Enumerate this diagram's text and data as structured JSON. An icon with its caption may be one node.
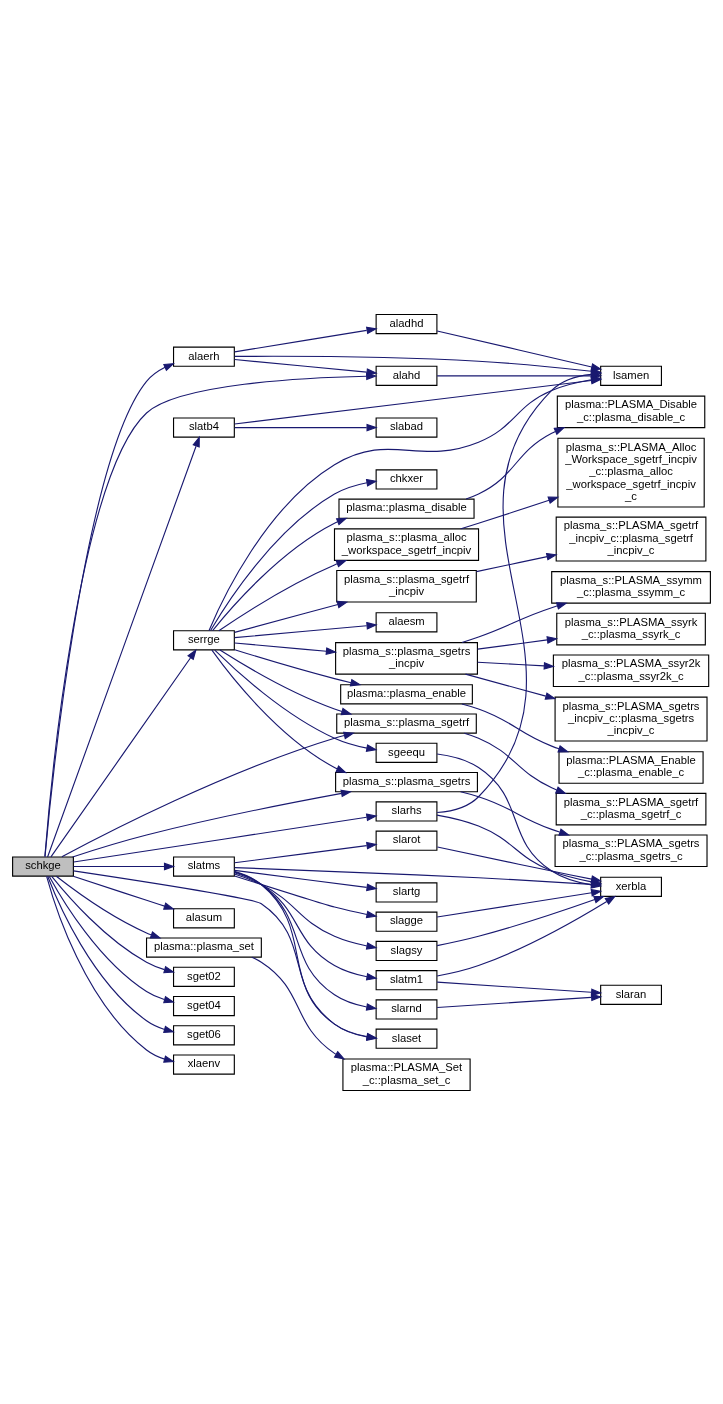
{
  "diagram": {
    "nodes": [
      {
        "text": [
          "schkge"
        ]
      },
      {
        "text": [
          "alaerh"
        ]
      },
      {
        "text": [
          "aladhd"
        ]
      },
      {
        "text": [
          "alahd"
        ]
      },
      {
        "text": [
          "lsamen"
        ]
      },
      {
        "text": [
          "slatb4"
        ]
      },
      {
        "text": [
          "slabad"
        ]
      },
      {
        "text": [
          "serrge"
        ]
      },
      {
        "text": [
          "chkxer"
        ]
      },
      {
        "text": [
          "plasma::plasma_disable"
        ]
      },
      {
        "text": [
          "plasma::PLASMA_Disable_c::plasma_disable_c"
        ]
      },
      {
        "text": [
          "plasma_s::plasma_alloc_workspace_sgetrf_incpiv"
        ]
      },
      {
        "text": [
          "plasma_s::PLASMA_Alloc_Workspace_sgetrf_incpiv_c::plasma_alloc_workspace_sgetrf_incpiv_c"
        ]
      },
      {
        "text": [
          "plasma_s::plasma_sgetrf_incpiv"
        ]
      },
      {
        "text": [
          "plasma_s::PLASMA_sgetrf_incpiv_c::plasma_sgetrf_incpiv_c"
        ]
      },
      {
        "text": [
          "alaesm"
        ]
      },
      {
        "text": [
          "plasma_s::plasma_sgetrs_incpiv"
        ]
      },
      {
        "text": [
          "plasma_s::PLASMA_ssymm_c::plasma_ssymm_c"
        ]
      },
      {
        "text": [
          "plasma_s::PLASMA_ssyrk_c::plasma_ssyrk_c"
        ]
      },
      {
        "text": [
          "plasma_s::PLASMA_ssyr2k_c::plasma_ssyr2k_c"
        ]
      },
      {
        "text": [
          "plasma_s::PLASMA_sgetrs_incpiv_c::plasma_sgetrs_incpiv_c"
        ]
      },
      {
        "text": [
          "plasma::plasma_enable"
        ]
      },
      {
        "text": [
          "plasma::PLASMA_Enable_c::plasma_enable_c"
        ]
      },
      {
        "text": [
          "plasma_s::plasma_sgetrf"
        ]
      },
      {
        "text": [
          "plasma_s::PLASMA_sgetrf_c::plasma_sgetrf_c"
        ]
      },
      {
        "text": [
          "slarhs"
        ]
      },
      {
        "text": [
          "sgeequ"
        ]
      },
      {
        "text": [
          "plasma_s::plasma_sgetrs"
        ]
      },
      {
        "text": [
          "plasma_s::PLASMA_sgetrs_c::plasma_sgetrs_c"
        ]
      },
      {
        "text": [
          "slatms"
        ]
      },
      {
        "text": [
          "slarot"
        ]
      },
      {
        "text": [
          "xerbla"
        ]
      },
      {
        "text": [
          "slartg"
        ]
      },
      {
        "text": [
          "slagge"
        ]
      },
      {
        "text": [
          "slagsy"
        ]
      },
      {
        "text": [
          "slatm1"
        ]
      },
      {
        "text": [
          "slaran"
        ]
      },
      {
        "text": [
          "slarnd"
        ]
      },
      {
        "text": [
          "slaset"
        ]
      },
      {
        "text": [
          "alasum"
        ]
      },
      {
        "text": [
          "plasma::plasma_set"
        ]
      },
      {
        "text": [
          "plasma::PLASMA_Set_c::plasma_set_c"
        ]
      },
      {
        "text": [
          "sget02"
        ]
      },
      {
        "text": [
          "sget04"
        ]
      },
      {
        "text": [
          "sget06"
        ]
      },
      {
        "text": [
          "xlaenv"
        ]
      }
    ],
    "edges": [
      {
        "from": 0,
        "to": 1,
        "arrow": "to"
      },
      {
        "from": 0,
        "to": 3,
        "arrow": "to"
      },
      {
        "from": 0,
        "to": 5,
        "arrow": "to"
      },
      {
        "from": 0,
        "to": 7,
        "arrow": "to"
      },
      {
        "from": 0,
        "to": 23,
        "arrow": "to"
      },
      {
        "from": 0,
        "to": 25,
        "arrow": "to"
      },
      {
        "from": 0,
        "to": 27,
        "arrow": "to"
      },
      {
        "from": 0,
        "to": 29,
        "arrow": "to"
      },
      {
        "from": 0,
        "to": 38,
        "arrow": "to"
      },
      {
        "from": 0,
        "to": 39,
        "arrow": "to"
      },
      {
        "from": 0,
        "to": 40,
        "arrow": "to"
      },
      {
        "from": 0,
        "to": 42,
        "arrow": "to"
      },
      {
        "from": 0,
        "to": 43,
        "arrow": "to"
      },
      {
        "from": 0,
        "to": 44,
        "arrow": "to"
      },
      {
        "from": 0,
        "to": 45,
        "arrow": "to"
      },
      {
        "from": 1,
        "to": 2,
        "arrow": "to"
      },
      {
        "from": 1,
        "to": 3,
        "arrow": "to"
      },
      {
        "from": 1,
        "to": 4,
        "arrow": "to"
      },
      {
        "from": 2,
        "to": 4,
        "arrow": "to"
      },
      {
        "from": 3,
        "to": 4,
        "arrow": "to"
      },
      {
        "from": 5,
        "to": 6,
        "arrow": "to"
      },
      {
        "from": 5,
        "to": 4,
        "arrow": "to"
      },
      {
        "from": 7,
        "to": 4,
        "arrow": "to"
      },
      {
        "from": 7,
        "to": 8,
        "arrow": "to"
      },
      {
        "from": 7,
        "to": 9,
        "arrow": "to"
      },
      {
        "from": 7,
        "to": 11,
        "arrow": "to"
      },
      {
        "from": 7,
        "to": 13,
        "arrow": "to"
      },
      {
        "from": 7,
        "to": 15,
        "arrow": "to"
      },
      {
        "from": 7,
        "to": 16,
        "arrow": "to"
      },
      {
        "from": 7,
        "to": 21,
        "arrow": "to"
      },
      {
        "from": 7,
        "to": 23,
        "arrow": "to"
      },
      {
        "from": 7,
        "to": 26,
        "arrow": "to"
      },
      {
        "from": 7,
        "to": 27,
        "arrow": "to"
      },
      {
        "from": 9,
        "to": 10,
        "arrow": "to"
      },
      {
        "from": 11,
        "to": 12,
        "arrow": "to"
      },
      {
        "from": 13,
        "to": 14,
        "arrow": "to"
      },
      {
        "from": 16,
        "to": 17,
        "arrow": "to"
      },
      {
        "from": 16,
        "to": 18,
        "arrow": "to"
      },
      {
        "from": 16,
        "to": 19,
        "arrow": "to"
      },
      {
        "from": 16,
        "to": 20,
        "arrow": "to"
      },
      {
        "from": 21,
        "to": 22,
        "arrow": "to"
      },
      {
        "from": 23,
        "to": 24,
        "arrow": "to"
      },
      {
        "from": 25,
        "to": 4,
        "arrow": "to"
      },
      {
        "from": 25,
        "to": 31,
        "arrow": "to"
      },
      {
        "from": 26,
        "to": 31,
        "arrow": "to"
      },
      {
        "from": 27,
        "to": 28,
        "arrow": "to"
      },
      {
        "from": 29,
        "to": 30,
        "arrow": "to"
      },
      {
        "from": 29,
        "to": 31,
        "arrow": "to"
      },
      {
        "from": 29,
        "to": 32,
        "arrow": "to"
      },
      {
        "from": 29,
        "to": 33,
        "arrow": "to"
      },
      {
        "from": 29,
        "to": 34,
        "arrow": "to"
      },
      {
        "from": 29,
        "to": 35,
        "arrow": "to"
      },
      {
        "from": 29,
        "to": 37,
        "arrow": "to"
      },
      {
        "from": 29,
        "to": 38,
        "arrow": "to"
      },
      {
        "from": 30,
        "to": 31,
        "arrow": "to"
      },
      {
        "from": 33,
        "to": 31,
        "arrow": "to"
      },
      {
        "from": 34,
        "to": 31,
        "arrow": "to"
      },
      {
        "from": 35,
        "to": 31,
        "arrow": "to"
      },
      {
        "from": 35,
        "to": 36,
        "arrow": "to"
      },
      {
        "from": 37,
        "to": 36,
        "arrow": "to"
      },
      {
        "from": 40,
        "to": 41,
        "arrow": "to"
      }
    ]
  }
}
